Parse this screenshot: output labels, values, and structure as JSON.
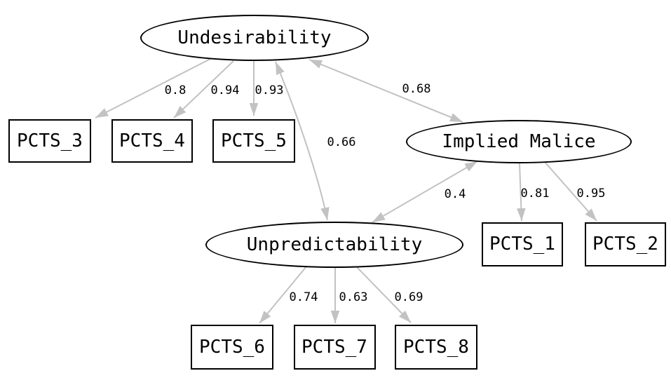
{
  "diagram": {
    "kind": "sem-path-diagram",
    "background_color": "#ffffff",
    "node_border_color": "#000000",
    "edge_color": "#c2c2c2",
    "text_color": "#000000"
  },
  "nodes": [
    {
      "id": "undesirability",
      "label": "Undesirability",
      "shape": "ellipse",
      "role": "latent-factor"
    },
    {
      "id": "implied_malice",
      "label": "Implied Malice",
      "shape": "ellipse",
      "role": "latent-factor"
    },
    {
      "id": "unpredictability",
      "label": "Unpredictability",
      "shape": "ellipse",
      "role": "latent-factor"
    },
    {
      "id": "pcts_3",
      "label": "PCTS_3",
      "shape": "box",
      "role": "observed-variable"
    },
    {
      "id": "pcts_4",
      "label": "PCTS_4",
      "shape": "box",
      "role": "observed-variable"
    },
    {
      "id": "pcts_5",
      "label": "PCTS_5",
      "shape": "box",
      "role": "observed-variable"
    },
    {
      "id": "pcts_1",
      "label": "PCTS_1",
      "shape": "box",
      "role": "observed-variable"
    },
    {
      "id": "pcts_2",
      "label": "PCTS_2",
      "shape": "box",
      "role": "observed-variable"
    },
    {
      "id": "pcts_6",
      "label": "PCTS_6",
      "shape": "box",
      "role": "observed-variable"
    },
    {
      "id": "pcts_7",
      "label": "PCTS_7",
      "shape": "box",
      "role": "observed-variable"
    },
    {
      "id": "pcts_8",
      "label": "PCTS_8",
      "shape": "box",
      "role": "observed-variable"
    }
  ],
  "edges": [
    {
      "from": "undesirability",
      "to": "pcts_3",
      "label": "0.8",
      "bidirectional": false
    },
    {
      "from": "undesirability",
      "to": "pcts_4",
      "label": "0.94",
      "bidirectional": false
    },
    {
      "from": "undesirability",
      "to": "pcts_5",
      "label": "0.93",
      "bidirectional": false
    },
    {
      "from": "undesirability",
      "to": "implied_malice",
      "label": "0.68",
      "bidirectional": true
    },
    {
      "from": "undesirability",
      "to": "unpredictability",
      "label": "0.66",
      "bidirectional": true
    },
    {
      "from": "implied_malice",
      "to": "unpredictability",
      "label": "0.4",
      "bidirectional": true
    },
    {
      "from": "implied_malice",
      "to": "pcts_1",
      "label": "0.81",
      "bidirectional": false
    },
    {
      "from": "implied_malice",
      "to": "pcts_2",
      "label": "0.95",
      "bidirectional": false
    },
    {
      "from": "unpredictability",
      "to": "pcts_6",
      "label": "0.74",
      "bidirectional": false
    },
    {
      "from": "unpredictability",
      "to": "pcts_7",
      "label": "0.63",
      "bidirectional": false
    },
    {
      "from": "unpredictability",
      "to": "pcts_8",
      "label": "0.69",
      "bidirectional": false
    }
  ]
}
